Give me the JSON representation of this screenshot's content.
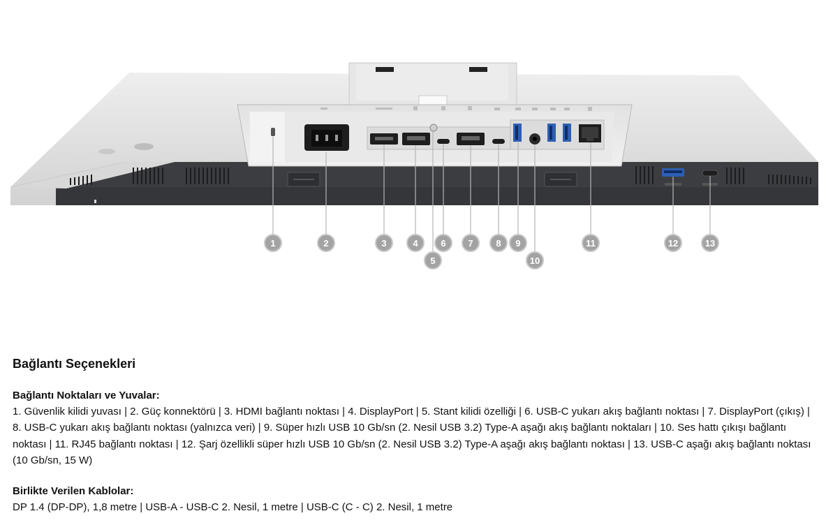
{
  "figure": {
    "port_numbers": [
      "1",
      "2",
      "3",
      "4",
      "5",
      "6",
      "7",
      "8",
      "9",
      "10",
      "11",
      "12",
      "13"
    ]
  },
  "section": {
    "title": "Bağlantı Seçenekleri",
    "ports_heading": "Bağlantı Noktaları ve Yuvalar:",
    "ports_text": "1. Güvenlik kilidi yuvası | 2. Güç konnektörü | 3. HDMI bağlantı noktası | 4. DisplayPort | 5. Stant kilidi özelliği | 6. USB-C yukarı akış bağlantı noktası | 7. DisplayPort (çıkış) | 8. USB-C yukarı akış bağlantı noktası (yalnızca veri) | 9. Süper hızlı USB 10 Gb/sn (2. Nesil USB 3.2) Type-A aşağı akış bağlantı noktaları | 10. Ses hattı çıkışı bağlantı noktası | 11. RJ45 bağlantı noktası | 12. Şarj özellikli süper hızlı USB 10 Gb/sn (2. Nesil USB 3.2) Type-A aşağı akış bağlantı noktası | 13. USB-C aşağı akış bağlantı noktası (10 Gb/sn, 15 W)",
    "cables_heading": "Birlikte Verilen Kablolar:",
    "cables_text": "DP 1.4 (DP-DP), 1,8 metre | USB-A - USB-C 2. Nesil, 1 metre | USB-C (C - C) 2. Nesil, 1 metre"
  }
}
